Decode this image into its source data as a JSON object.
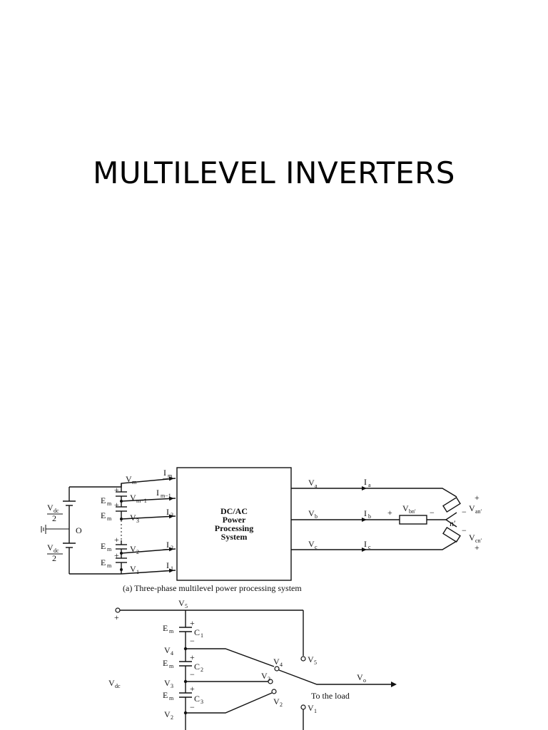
{
  "slide": {
    "title": "MULTILEVEL INVERTERS"
  },
  "diagram_a": {
    "caption": "(a) Three-phase multilevel power processing system",
    "box_lines": [
      "DC/AC",
      "Power",
      "Processing",
      "System"
    ],
    "source": {
      "top": "V",
      "top_sub": "dc",
      "top_den": "2",
      "bottom": "V",
      "bottom_sub": "dc",
      "bottom_den": "2",
      "node": "O"
    },
    "plus": "+",
    "minus": "−",
    "levels": [
      {
        "v": "V",
        "v_sub": "m",
        "i": "I",
        "i_sub": "m"
      },
      {
        "v": "V",
        "v_sub": "m−1",
        "i": "I",
        "i_sub": "m−1"
      },
      {
        "v": "V",
        "v_sub": "3",
        "i": "I",
        "i_sub": "3"
      },
      {
        "v": "V",
        "v_sub": "2",
        "i": "I",
        "i_sub": "2"
      },
      {
        "v": "V",
        "v_sub": "1",
        "i": "I",
        "i_sub": "1"
      }
    ],
    "em": {
      "base": "E",
      "sub": "m"
    },
    "outputs": [
      {
        "v": "V",
        "v_sub": "a",
        "i": "I",
        "i_sub": "a"
      },
      {
        "v": "V",
        "v_sub": "b",
        "i": "I",
        "i_sub": "b"
      },
      {
        "v": "V",
        "v_sub": "c",
        "i": "I",
        "i_sub": "c"
      }
    ],
    "load": {
      "vbn": "V",
      "vbn_sub": "bn′",
      "neutral": "n′",
      "van": "V",
      "van_sub": "an′",
      "vcn": "V",
      "vcn_sub": "cn′"
    }
  },
  "diagram_b": {
    "vdc": "V",
    "vdc_sub": "dc",
    "caps": [
      {
        "c": "C",
        "c_sub": "1"
      },
      {
        "c": "C",
        "c_sub": "2"
      },
      {
        "c": "C",
        "c_sub": "3"
      }
    ],
    "nodes": [
      {
        "v": "V",
        "sub": "5"
      },
      {
        "v": "V",
        "sub": "4"
      },
      {
        "v": "V",
        "sub": "3"
      },
      {
        "v": "V",
        "sub": "2"
      },
      {
        "v": "V",
        "sub": "1"
      }
    ],
    "vo": "V",
    "vo_sub": "o",
    "to_load": "To the load",
    "em": {
      "base": "E",
      "sub": "m"
    },
    "plus": "+",
    "minus": "−"
  }
}
